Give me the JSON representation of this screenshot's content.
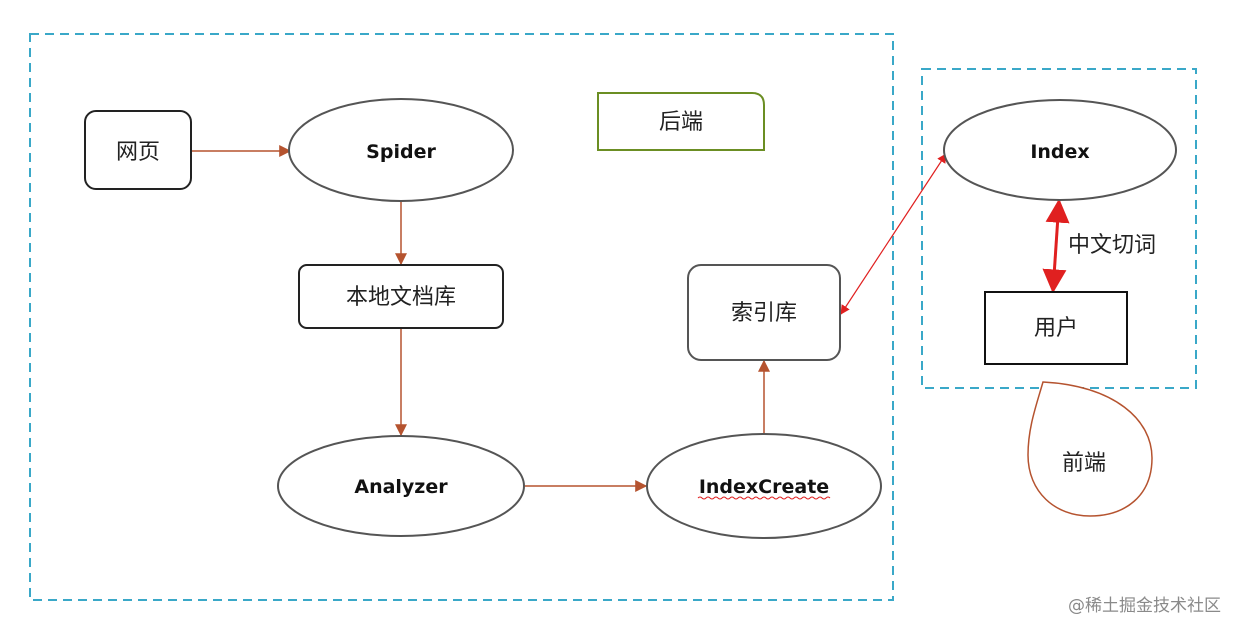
{
  "diagram": {
    "nodes": {
      "webpage": "网页",
      "spider": "Spider",
      "local_doc_store": "本地文档库",
      "analyzer": "Analyzer",
      "index_create": "IndexCreate",
      "index_store": "索引库",
      "index": "Index",
      "user": "用户"
    },
    "labels": {
      "backend": "后端",
      "frontend": "前端",
      "chinese_segmentation": "中文切词"
    },
    "watermark": "@稀土掘金技术社区"
  },
  "colors": {
    "dashed_border": "#3aa8c8",
    "arrow_brown": "#b5532f",
    "arrow_red": "#e02020",
    "backend_box": "#6b8e23",
    "frontend_drop": "#b5532f",
    "node_stroke": "#555555"
  },
  "edges": [
    {
      "from": "webpage",
      "to": "spider"
    },
    {
      "from": "spider",
      "to": "local_doc_store"
    },
    {
      "from": "local_doc_store",
      "to": "analyzer"
    },
    {
      "from": "analyzer",
      "to": "index_create"
    },
    {
      "from": "index_create",
      "to": "index_store"
    },
    {
      "from": "index_store",
      "to": "index",
      "bidirectional": true
    },
    {
      "from": "index",
      "to": "user",
      "bidirectional": true
    }
  ]
}
